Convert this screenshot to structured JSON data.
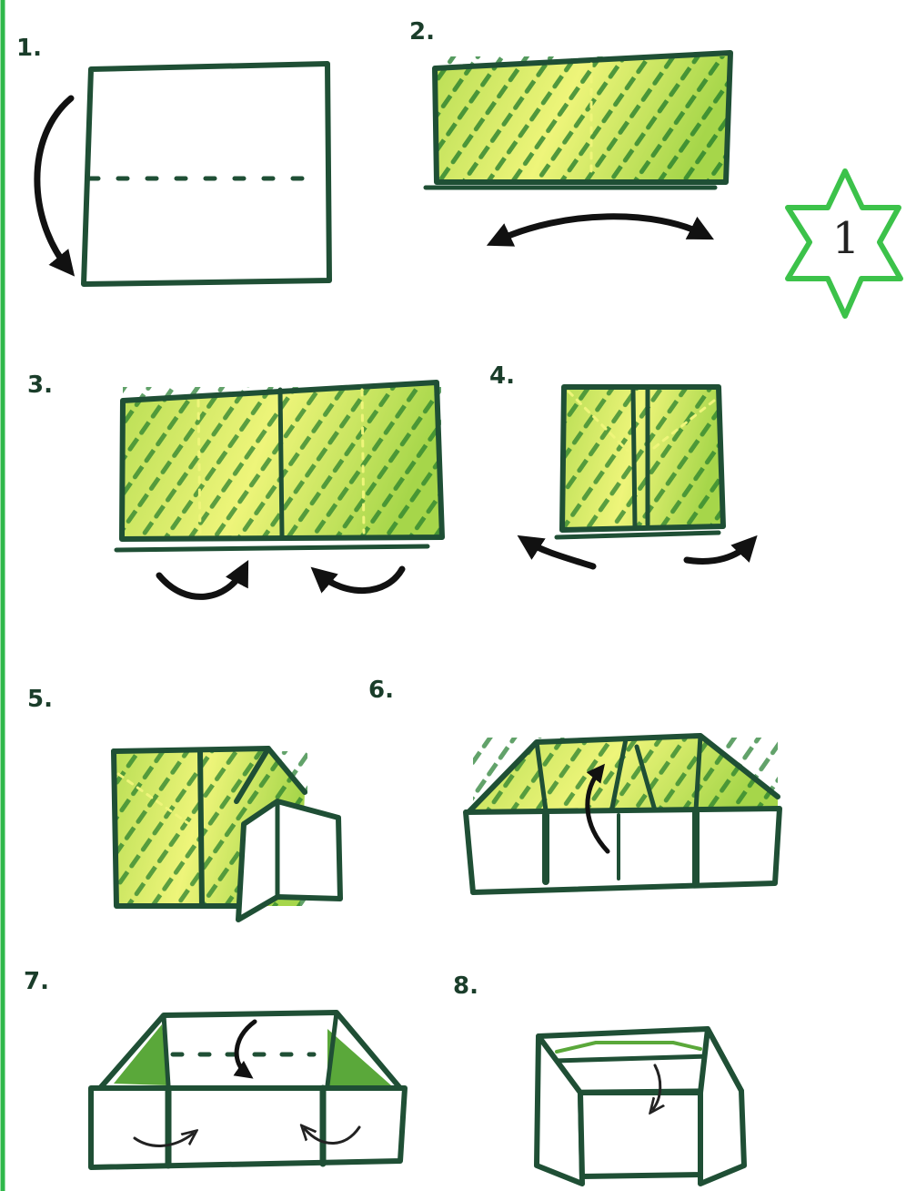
{
  "page": {
    "badge_number": "1",
    "colors": {
      "ink": "#1f4f35",
      "green_light": "#eef57a",
      "green_mid": "#9fd34a",
      "green_dark": "#2e8a2e",
      "arrow": "#111111",
      "badge_outline": "#3cc24a",
      "left_border": "#2fb84a"
    }
  },
  "steps": [
    {
      "label": "1."
    },
    {
      "label": "2."
    },
    {
      "label": "3."
    },
    {
      "label": "4."
    },
    {
      "label": "5."
    },
    {
      "label": "6."
    },
    {
      "label": "7."
    },
    {
      "label": "8."
    }
  ]
}
